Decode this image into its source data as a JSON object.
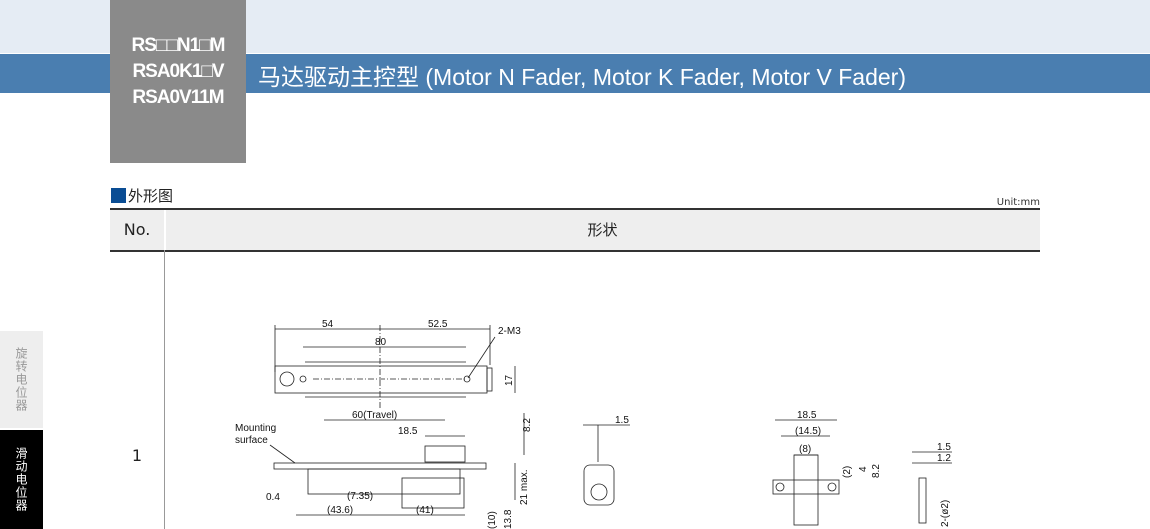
{
  "header": {
    "models": [
      "RS□□N1□M",
      "RSA0K1□V",
      "RSA0V11M"
    ],
    "title": "马达驱动主控型 (Motor N Fader, Motor K Fader, Motor V Fader)"
  },
  "section": {
    "title": "外形图",
    "unit": "Unit:mm"
  },
  "table": {
    "col_no": "No.",
    "col_shape": "形状",
    "rows": [
      {
        "no": "1"
      }
    ]
  },
  "side_tabs": [
    {
      "label": "旋转电位器",
      "active": false
    },
    {
      "label": "滑动电位器",
      "active": true
    }
  ],
  "drawing": {
    "top_view": {
      "d1": "54",
      "d2": "52.5",
      "d3": "80",
      "d4": "2-M3",
      "d5": "17"
    },
    "side_view": {
      "travel": "60(Travel)",
      "d1": "18.5",
      "mount1": "Mounting",
      "mount2": "surface",
      "d2": "8.2",
      "d3": "0.4",
      "d4": "(7.35)",
      "d5": "(43.6)",
      "d6": "(41)",
      "d7": "21 max.",
      "d8": "(10)",
      "d9": "13.8"
    },
    "end_view": {
      "d1": "1.5"
    },
    "knob_front": {
      "d1": "18.5",
      "d2": "(14.5)",
      "d3": "(8)",
      "d4": "(2)",
      "d5": "4",
      "d6": "8.2"
    },
    "knob_side": {
      "d1": "1.5",
      "d2": "1.2",
      "d3": "2-(ø2)"
    }
  },
  "colors": {
    "accent": "#4a7eb0",
    "section_marker": "#0a4d94",
    "model_box": "#8a8a8a"
  }
}
